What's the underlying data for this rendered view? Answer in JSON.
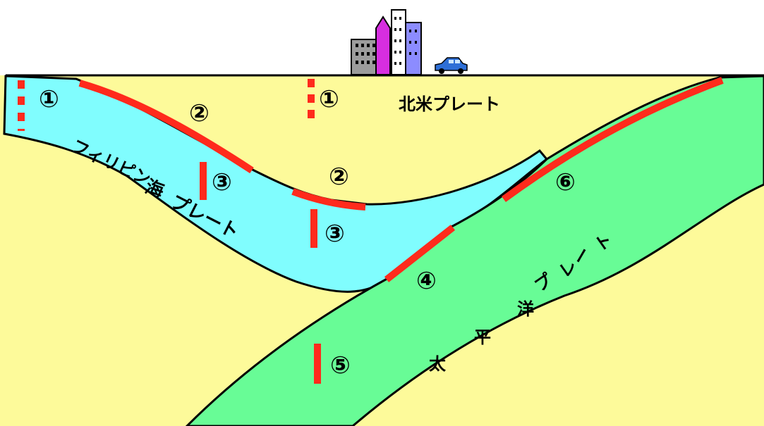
{
  "colors": {
    "crust": "#fdfa9a",
    "philippine_plate": "#80fdfe",
    "pacific_plate": "#68fc96",
    "fault": "#ff2a1c",
    "outline": "#000000"
  },
  "labels": {
    "marker_1_left": "①",
    "marker_1_center": "①",
    "marker_2_upper": "②",
    "marker_2_lower": "②",
    "marker_3_left": "③",
    "marker_3_right": "③",
    "marker_4": "④",
    "marker_5": "⑤",
    "marker_6": "⑥",
    "north_american_plate": "北米プレート",
    "philippine_plate_line1": "フィリピン",
    "philippine_plate_line2": "海",
    "philippine_plate_line3": "プレート",
    "pacific_plate": [
      "太",
      "平",
      "洋",
      "プ",
      "レ",
      "ー",
      "ト"
    ]
  },
  "icons": [
    "city-buildings-icon",
    "car-icon"
  ]
}
